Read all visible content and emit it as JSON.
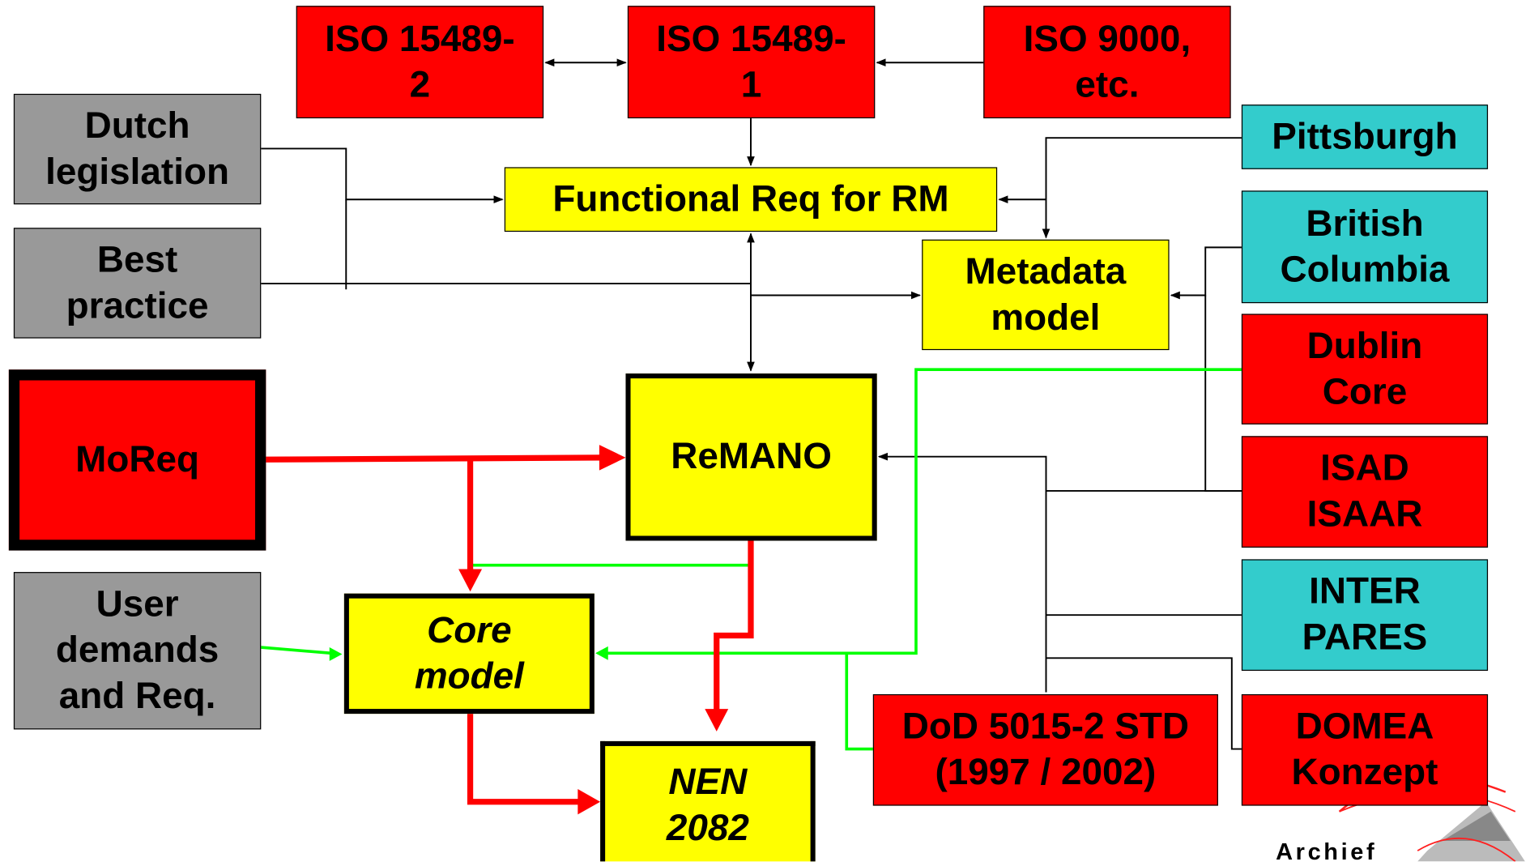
{
  "nodes": {
    "iso2": "ISO 15489-\n2",
    "iso1": "ISO 15489-\n1",
    "iso9000": "ISO 9000,\netc.",
    "dutch": "Dutch\nlegislation",
    "best": "Best\npractice",
    "functional": "Functional Req for RM",
    "metadata": "Metadata\nmodel",
    "pittsburgh": "Pittsburgh",
    "british": "British\nColumbia",
    "dublin": "Dublin\nCore",
    "isad": "ISAD\nISAAR",
    "inter": "INTER\nPARES",
    "domea": "DOMEA\nKonzept",
    "moreq": "MoReq",
    "remano": "ReMANO",
    "core": "Core\nmodel",
    "user": "User\ndemands\nand Req.",
    "nen": "NEN\n2082",
    "dod": "DoD 5015-2 STD\n(1997 / 2002)"
  },
  "logo": {
    "text": "Archief"
  },
  "colors": {
    "red": "#ff0000",
    "yellow": "#ffff00",
    "gray": "#999999",
    "teal": "#33cccc",
    "green_line": "#00ff00",
    "red_line": "#ff0000"
  }
}
